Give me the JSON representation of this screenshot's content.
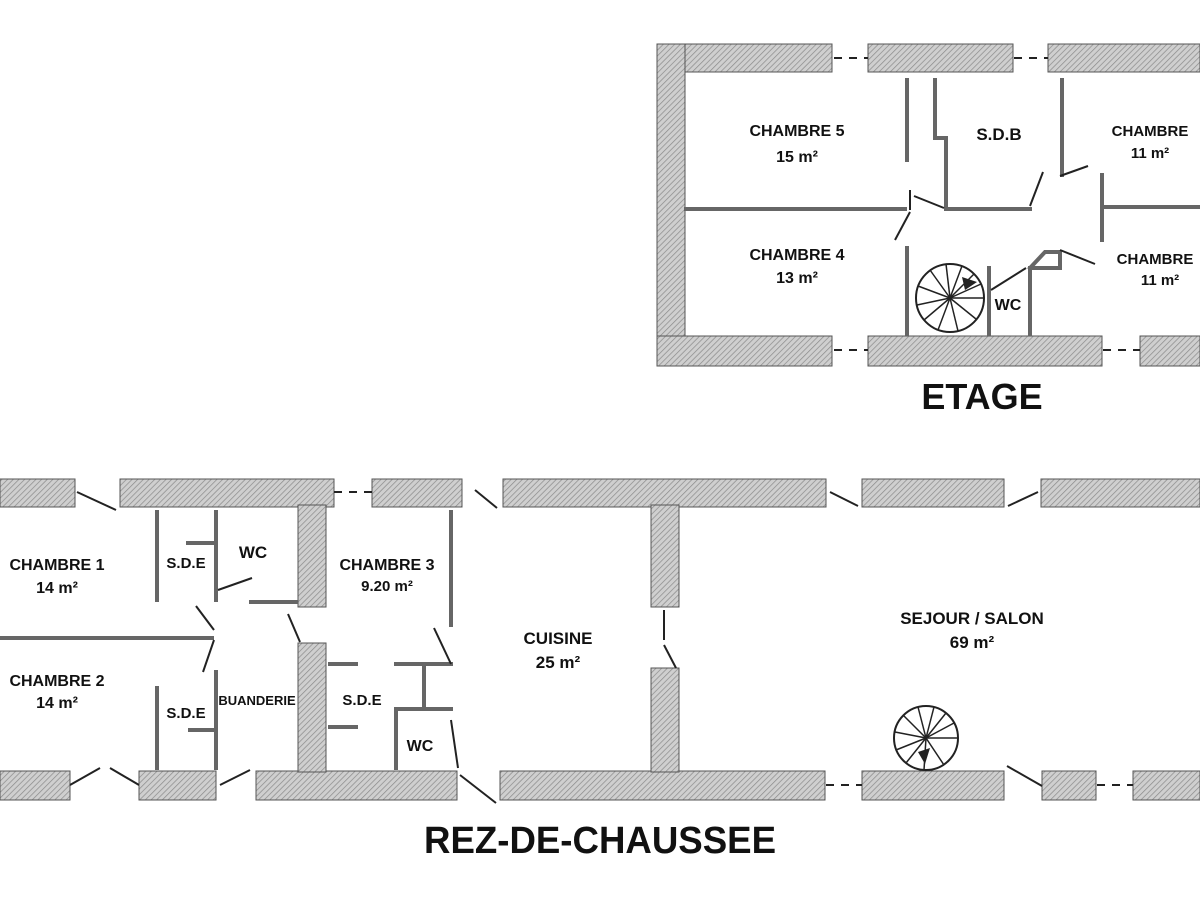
{
  "floors": {
    "upper": {
      "title": "ETAGE",
      "rooms": [
        {
          "name": "CHAMBRE 5",
          "area": "15 m²"
        },
        {
          "name": "S.D.B",
          "area": ""
        },
        {
          "name": "CHAMBRE",
          "area": "11 m²"
        },
        {
          "name": "CHAMBRE 4",
          "area": "13 m²"
        },
        {
          "name": "WC",
          "area": ""
        },
        {
          "name": "CHAMBRE",
          "area": "11 m²"
        }
      ]
    },
    "ground": {
      "title": "REZ-DE-CHAUSSEE",
      "rooms": [
        {
          "name": "CHAMBRE 1",
          "area": "14 m²"
        },
        {
          "name": "S.D.E",
          "area": ""
        },
        {
          "name": "WC",
          "area": ""
        },
        {
          "name": "CHAMBRE 3",
          "area": "9.20 m²"
        },
        {
          "name": "CHAMBRE 2",
          "area": "14 m²"
        },
        {
          "name": "S.D.E",
          "area": ""
        },
        {
          "name": "BUANDERIE",
          "area": ""
        },
        {
          "name": "S.D.E",
          "area": ""
        },
        {
          "name": "WC",
          "area": ""
        },
        {
          "name": "CUISINE",
          "area": "25 m²"
        },
        {
          "name": "SEJOUR / SALON",
          "area": "69 m²"
        }
      ]
    }
  }
}
